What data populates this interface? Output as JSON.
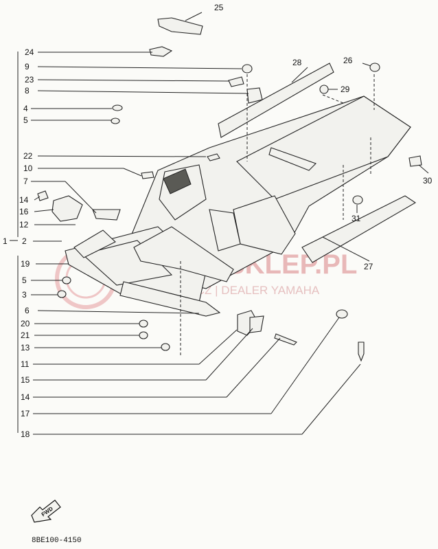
{
  "diagram": {
    "callouts": [
      "25",
      "24",
      "9",
      "23",
      "8",
      "28",
      "26",
      "29",
      "4",
      "5",
      "22",
      "10",
      "7",
      "14",
      "16",
      "12",
      "1",
      "2",
      "19",
      "5",
      "3",
      "6",
      "20",
      "21",
      "13",
      "11",
      "15",
      "14",
      "17",
      "18",
      "30",
      "31",
      "27"
    ],
    "watermark": {
      "main": "KAMASKLEP.PL",
      "sub": "WICZ | DEALER YAMAHA",
      "color": "#e8b8b8"
    },
    "drawing_code": "8BE100-4150",
    "fwd_label": "FWD"
  }
}
